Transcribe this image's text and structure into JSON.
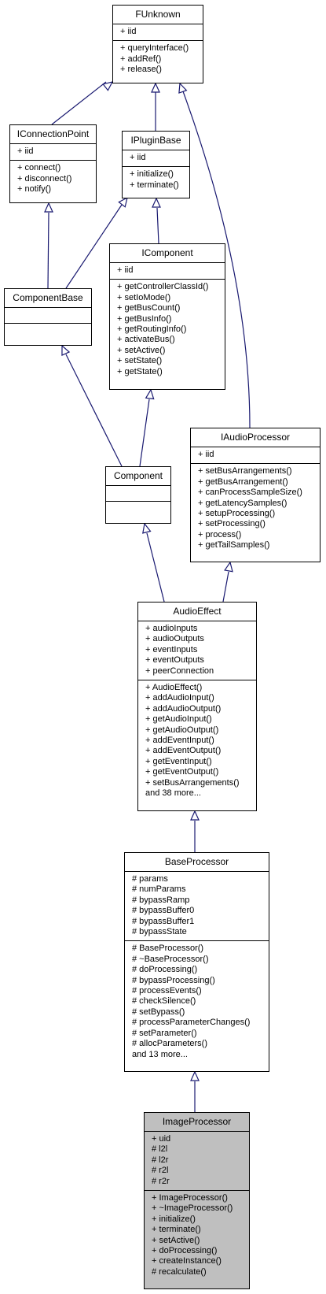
{
  "highlight_color": "#bfbfbf",
  "edge_color": "#191970",
  "classes": {
    "funknown": {
      "name": "FUnknown",
      "attributes": [
        "+ iid"
      ],
      "methods": [
        "+ queryInterface()",
        "+ addRef()",
        "+ release()"
      ]
    },
    "iconnectionpoint": {
      "name": "IConnectionPoint",
      "attributes": [
        "+ iid"
      ],
      "methods": [
        "+ connect()",
        "+ disconnect()",
        "+ notify()"
      ]
    },
    "ipluginbase": {
      "name": "IPluginBase",
      "attributes": [
        "+ iid"
      ],
      "methods": [
        "+ initialize()",
        "+ terminate()"
      ]
    },
    "icomponent": {
      "name": "IComponent",
      "attributes": [
        "+ iid"
      ],
      "methods": [
        "+ getControllerClassId()",
        "+ setIoMode()",
        "+ getBusCount()",
        "+ getBusInfo()",
        "+ getRoutingInfo()",
        "+ activateBus()",
        "+ setActive()",
        "+ setState()",
        "+ getState()"
      ]
    },
    "componentbase": {
      "name": "ComponentBase",
      "attributes": [],
      "methods": []
    },
    "component": {
      "name": "Component",
      "attributes": [],
      "methods": []
    },
    "iaudioprocessor": {
      "name": "IAudioProcessor",
      "attributes": [
        "+ iid"
      ],
      "methods": [
        "+ setBusArrangements()",
        "+ getBusArrangement()",
        "+ canProcessSampleSize()",
        "+ getLatencySamples()",
        "+ setupProcessing()",
        "+ setProcessing()",
        "+ process()",
        "+ getTailSamples()"
      ]
    },
    "audioeffect": {
      "name": "AudioEffect",
      "attributes": [
        "+ audioInputs",
        "+ audioOutputs",
        "+ eventInputs",
        "+ eventOutputs",
        "+ peerConnection"
      ],
      "methods": [
        "+ AudioEffect()",
        "+ addAudioInput()",
        "+ addAudioOutput()",
        "+ getAudioInput()",
        "+ getAudioOutput()",
        "+ addEventInput()",
        "+ addEventOutput()",
        "+ getEventInput()",
        "+ getEventOutput()",
        "+ setBusArrangements()",
        "and 38 more..."
      ]
    },
    "baseprocessor": {
      "name": "BaseProcessor",
      "attributes": [
        "# params",
        "# numParams",
        "# bypassRamp",
        "# bypassBuffer0",
        "# bypassBuffer1",
        "# bypassState"
      ],
      "methods": [
        "# BaseProcessor()",
        "# ~BaseProcessor()",
        "# doProcessing()",
        "# bypassProcessing()",
        "# processEvents()",
        "# checkSilence()",
        "# setBypass()",
        "# processParameterChanges()",
        "# setParameter()",
        "# allocParameters()",
        "and 13 more..."
      ]
    },
    "imageprocessor": {
      "name": "ImageProcessor",
      "attributes": [
        "+ uid",
        "# l2l",
        "# l2r",
        "# r2l",
        "# r2r"
      ],
      "methods": [
        "+ ImageProcessor()",
        "+ ~ImageProcessor()",
        "+ initialize()",
        "+ terminate()",
        "+ setActive()",
        "+ doProcessing()",
        "+ createInstance()",
        "# recalculate()"
      ]
    }
  }
}
